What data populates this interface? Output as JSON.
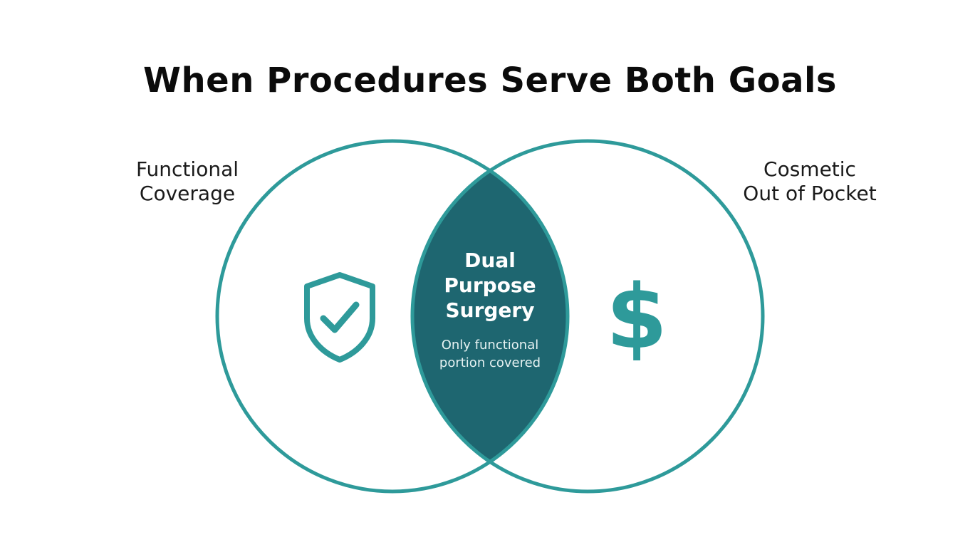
{
  "title": "When Procedures Serve Both Goals",
  "left_set": {
    "label_line1": "Functional",
    "label_line2": "Coverage",
    "icon": "shield-check-icon"
  },
  "right_set": {
    "label_line1": "Cosmetic",
    "label_line2": "Out of Pocket",
    "icon": "dollar-sign-icon",
    "symbol": "$"
  },
  "intersection": {
    "title_line1": "Dual",
    "title_line2": "Purpose",
    "title_line3": "Surgery",
    "sub_line1": "Only functional",
    "sub_line2": "portion covered"
  },
  "colors": {
    "accent": "#2e9a9a",
    "intersection_fill": "#1e6670",
    "text": "#0b0b0b"
  }
}
